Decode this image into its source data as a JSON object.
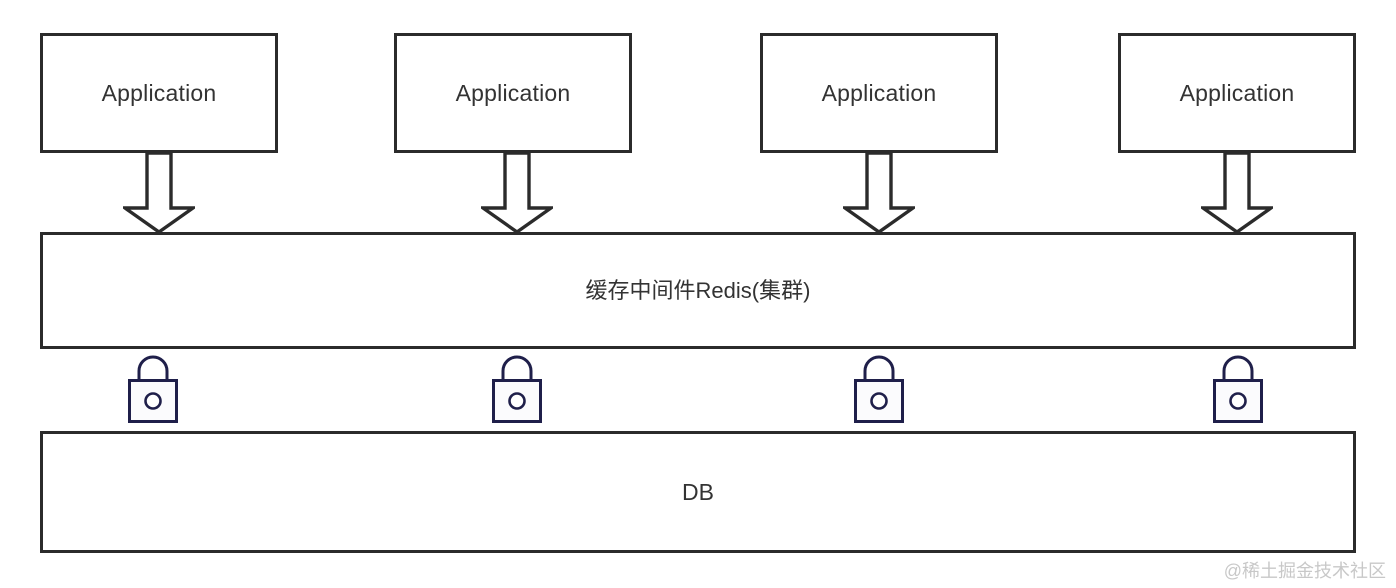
{
  "diagram": {
    "title": "Redis cache cluster architecture",
    "background_color": "#ffffff",
    "stroke_color": "#2b2b2b",
    "text_color": "#333333",
    "lock_color": "#1f1f4a",
    "applications": [
      {
        "label": "Application"
      },
      {
        "label": "Application"
      },
      {
        "label": "Application"
      },
      {
        "label": "Application"
      }
    ],
    "arrows": [
      {
        "name": "arrow-app-0-to-redis",
        "direction": "down"
      },
      {
        "name": "arrow-app-1-to-redis",
        "direction": "down"
      },
      {
        "name": "arrow-app-2-to-redis",
        "direction": "down"
      },
      {
        "name": "arrow-app-3-to-redis",
        "direction": "down"
      }
    ],
    "cache_layer": {
      "label": "缓存中间件Redis(集群)"
    },
    "locks": [
      {
        "icon": "lock-icon"
      },
      {
        "icon": "lock-icon"
      },
      {
        "icon": "lock-icon"
      },
      {
        "icon": "lock-icon"
      }
    ],
    "database_layer": {
      "label": "DB"
    },
    "watermark": {
      "text": "@稀土掘金技术社区",
      "color": "#c8c8c8"
    }
  }
}
